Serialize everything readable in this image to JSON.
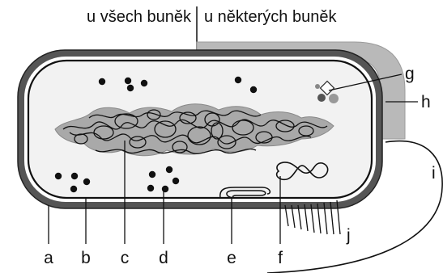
{
  "header": {
    "left": "u všech buněk",
    "right": "u některých buněk"
  },
  "labels": {
    "a": "a",
    "b": "b",
    "c": "c",
    "d": "d",
    "e": "e",
    "f": "f",
    "g": "g",
    "h": "h",
    "i": "i",
    "j": "j"
  },
  "colors": {
    "capsule": "#b7b7b7",
    "cell_wall": "#555555",
    "cytoplasm": "#f2f2f2",
    "nucleoid_halo": "#a9a9a9",
    "ink": "#111111"
  }
}
